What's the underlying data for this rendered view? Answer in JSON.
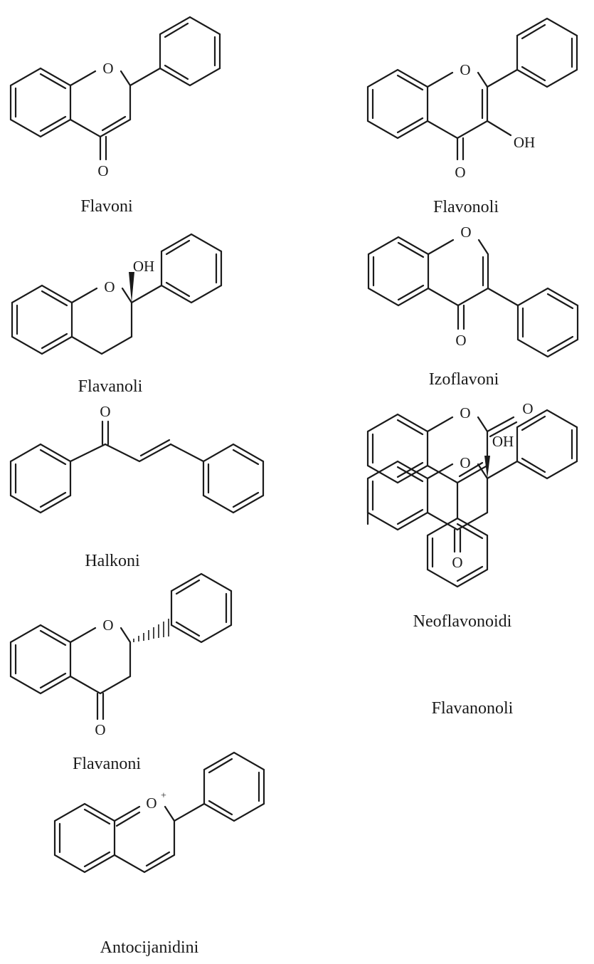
{
  "structures": [
    {
      "id": "flavoni",
      "name": "Flavoni",
      "atoms": {
        "O1": "O",
        "O4": "O"
      }
    },
    {
      "id": "flavonoli",
      "name": "Flavonoli",
      "atoms": {
        "O1": "O",
        "O4": "O",
        "OH": "OH"
      }
    },
    {
      "id": "flavanoli",
      "name": "Flavanoli",
      "atoms": {
        "O1": "O",
        "OH": "OH"
      }
    },
    {
      "id": "izoflavoni",
      "name": "Izoflavoni",
      "atoms": {
        "O1": "O",
        "O4": "O"
      }
    },
    {
      "id": "halkoni",
      "name": "Halkoni",
      "atoms": {
        "O": "O"
      }
    },
    {
      "id": "neoflavonoidi",
      "name": "Neoflavonoidi",
      "atoms": {
        "O1": "O",
        "O2": "O"
      }
    },
    {
      "id": "flavanoni",
      "name": "Flavanoni",
      "atoms": {
        "O1": "O",
        "O4": "O"
      }
    },
    {
      "id": "flavanonoli",
      "name": "Flavanonoli",
      "atoms": {
        "O1": "O",
        "O4": "O",
        "OH": "OH"
      }
    },
    {
      "id": "antocijanidini",
      "name": "Antocijanidini",
      "atoms": {
        "O1": "O",
        "charge": "+"
      }
    }
  ]
}
